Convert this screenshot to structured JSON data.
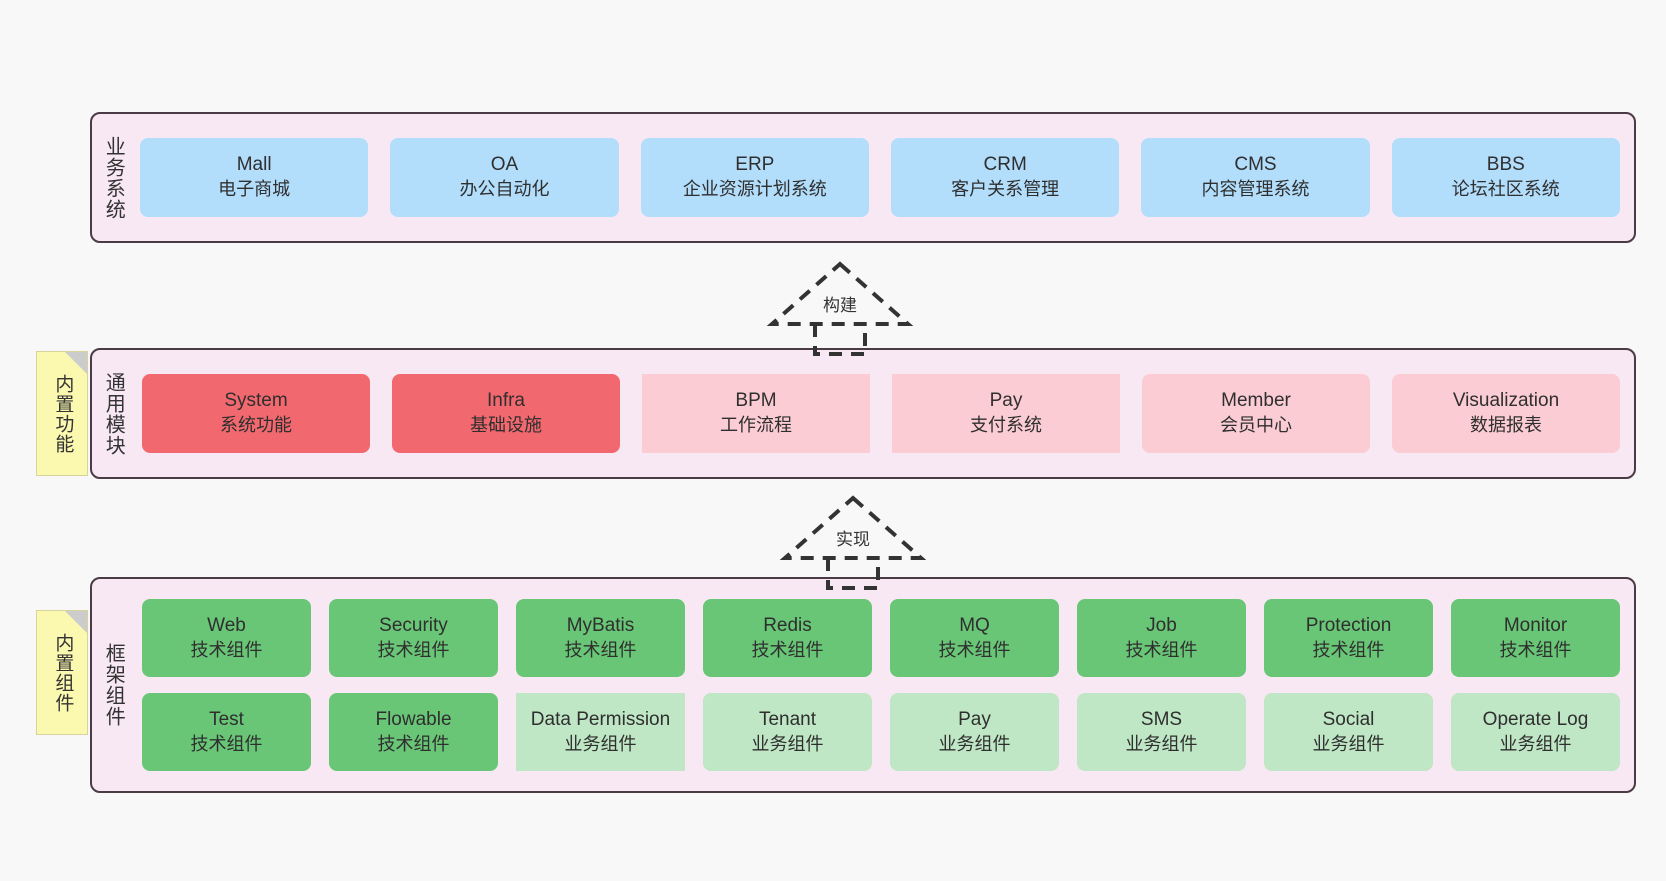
{
  "layers": [
    {
      "id": "business-systems",
      "title": "业务系统",
      "rows": [
        {
          "cards": [
            {
              "en": "Mall",
              "cn": "电子商城",
              "color": "c-blue",
              "shape": "rounded"
            },
            {
              "en": "OA",
              "cn": "办公自动化",
              "color": "c-blue",
              "shape": "rounded"
            },
            {
              "en": "ERP",
              "cn": "企业资源计划系统",
              "color": "c-blue",
              "shape": "rounded"
            },
            {
              "en": "CRM",
              "cn": "客户关系管理",
              "color": "c-blue",
              "shape": "rounded"
            },
            {
              "en": "CMS",
              "cn": "内容管理系统",
              "color": "c-blue",
              "shape": "rounded"
            },
            {
              "en": "BBS",
              "cn": "论坛社区系统",
              "color": "c-blue",
              "shape": "rounded"
            }
          ]
        }
      ]
    },
    {
      "id": "common-modules",
      "title": "通用模块",
      "note": "内置功能",
      "rows": [
        {
          "cards": [
            {
              "en": "System",
              "cn": "系统功能",
              "color": "c-red",
              "shape": "rounded"
            },
            {
              "en": "Infra",
              "cn": "基础设施",
              "color": "c-red",
              "shape": "rounded"
            },
            {
              "en": "BPM",
              "cn": "工作流程",
              "color": "c-pink",
              "shape": "square"
            },
            {
              "en": "Pay",
              "cn": "支付系统",
              "color": "c-pink",
              "shape": "square"
            },
            {
              "en": "Member",
              "cn": "会员中心",
              "color": "c-pink",
              "shape": "rounded"
            },
            {
              "en": "Visualization",
              "cn": "数据报表",
              "color": "c-pink",
              "shape": "rounded"
            }
          ]
        }
      ]
    },
    {
      "id": "framework-components",
      "title": "框架组件",
      "note": "内置组件",
      "rows": [
        {
          "cards": [
            {
              "en": "Web",
              "cn": "技术组件",
              "color": "c-green",
              "shape": "rounded"
            },
            {
              "en": "Security",
              "cn": "技术组件",
              "color": "c-green",
              "shape": "rounded"
            },
            {
              "en": "MyBatis",
              "cn": "技术组件",
              "color": "c-green",
              "shape": "rounded"
            },
            {
              "en": "Redis",
              "cn": "技术组件",
              "color": "c-green",
              "shape": "rounded"
            },
            {
              "en": "MQ",
              "cn": "技术组件",
              "color": "c-green",
              "shape": "rounded"
            },
            {
              "en": "Job",
              "cn": "技术组件",
              "color": "c-green",
              "shape": "rounded"
            },
            {
              "en": "Protection",
              "cn": "技术组件",
              "color": "c-green",
              "shape": "rounded"
            },
            {
              "en": "Monitor",
              "cn": "技术组件",
              "color": "c-green",
              "shape": "rounded"
            }
          ]
        },
        {
          "cards": [
            {
              "en": "Test",
              "cn": "技术组件",
              "color": "c-green",
              "shape": "rounded"
            },
            {
              "en": "Flowable",
              "cn": "技术组件",
              "color": "c-green",
              "shape": "rounded"
            },
            {
              "en": "Data Permission",
              "cn": "业务组件",
              "color": "c-lightgreen",
              "shape": "square"
            },
            {
              "en": "Tenant",
              "cn": "业务组件",
              "color": "c-lightgreen",
              "shape": "rounded"
            },
            {
              "en": "Pay",
              "cn": "业务组件",
              "color": "c-lightgreen",
              "shape": "rounded"
            },
            {
              "en": "SMS",
              "cn": "业务组件",
              "color": "c-lightgreen",
              "shape": "rounded"
            },
            {
              "en": "Social",
              "cn": "业务组件",
              "color": "c-lightgreen",
              "shape": "rounded"
            },
            {
              "en": "Operate Log",
              "cn": "业务组件",
              "color": "c-lightgreen",
              "shape": "rounded"
            }
          ]
        }
      ]
    }
  ],
  "connectors": [
    {
      "id": "build",
      "label": "构建"
    },
    {
      "id": "implement",
      "label": "实现"
    }
  ],
  "colors": {
    "panel_background": "#f8e8f4",
    "panel_border": "#4a3b44",
    "page_background": "#f8f8f8",
    "blue": "#b2ddfb",
    "red": "#f2686f",
    "pink": "#fbccd4",
    "green": "#68c676",
    "light_green": "#bfe6c5",
    "note_yellow": "#fbf8b0",
    "note_fold": "#cccccc",
    "arrow_stroke": "#333333"
  }
}
